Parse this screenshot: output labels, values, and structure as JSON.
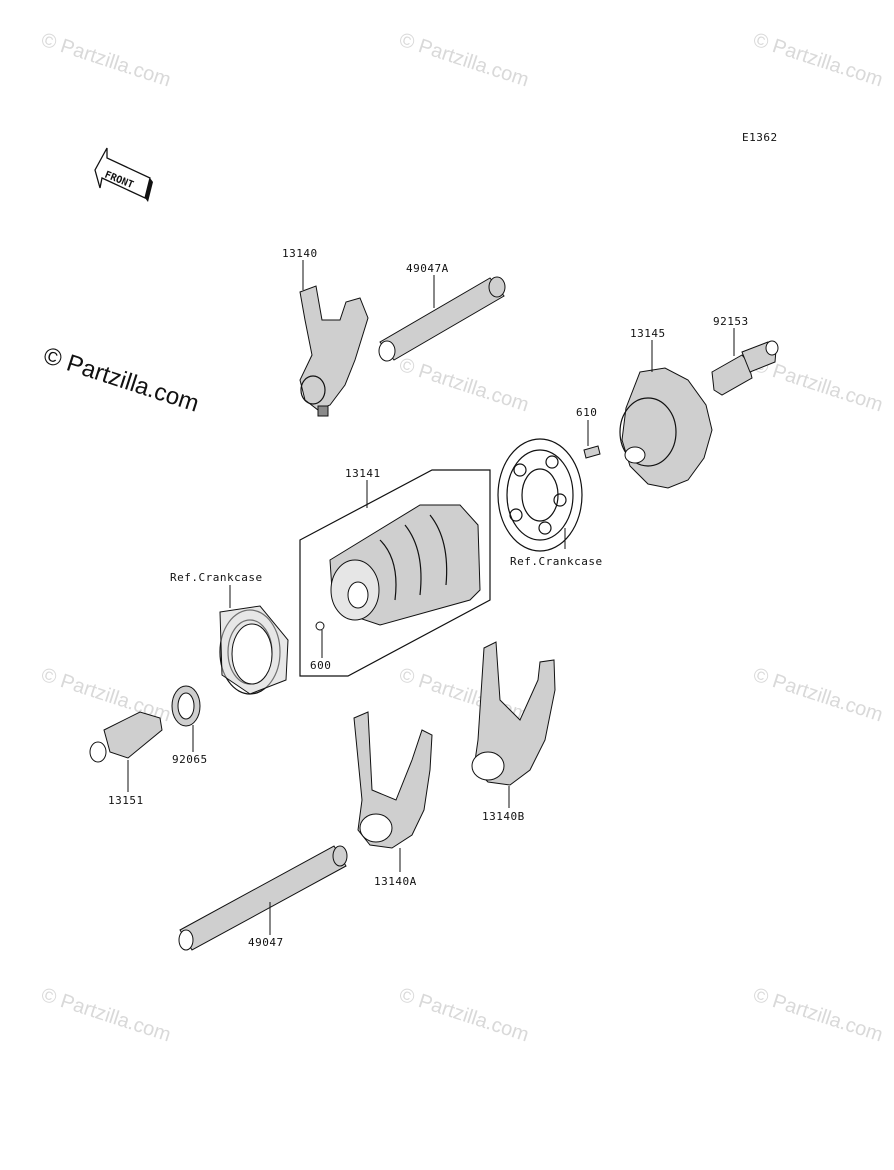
{
  "diagram_code": "E1362",
  "front_arrow_label": "FRONT",
  "watermark": "© Partzilla.com",
  "watermark_main": "© Partzilla.com",
  "labels": {
    "p13140": "13140",
    "p49047A": "49047A",
    "p13145": "13145",
    "p92153": "92153",
    "p610": "610",
    "p13141": "13141",
    "ref_crankcase_right": "Ref.Crankcase",
    "ref_crankcase_left": "Ref.Crankcase",
    "p600": "600",
    "p92065": "92065",
    "p13151": "13151",
    "p13140B": "13140B",
    "p13140A": "13140A",
    "p49047": "49047"
  }
}
